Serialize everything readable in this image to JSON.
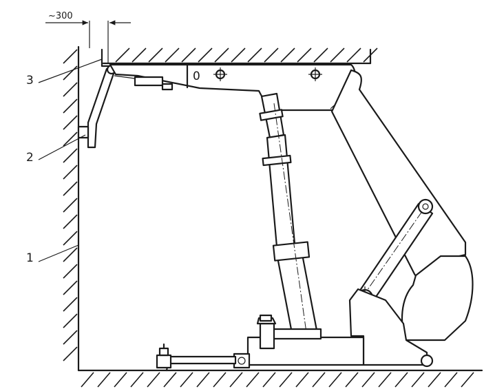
{
  "dimension": {
    "value": "~300"
  },
  "callouts": [
    {
      "label": "3"
    },
    {
      "label": "2"
    },
    {
      "label": "1"
    }
  ],
  "arm_marker": "0"
}
